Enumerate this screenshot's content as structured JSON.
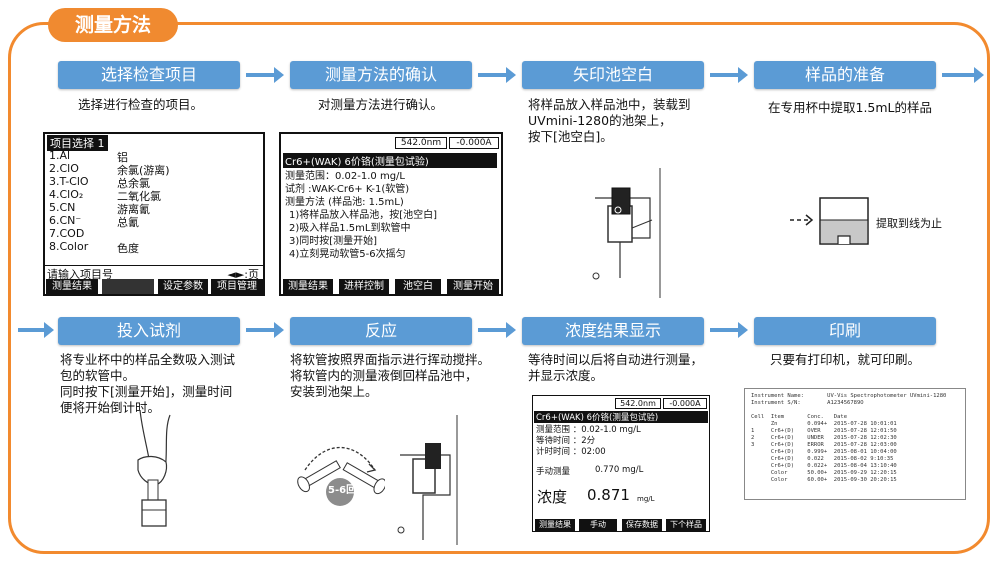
{
  "title": "测量方法",
  "colors": {
    "accent": "#f08a30",
    "step": "#5b9bd5"
  },
  "steps": [
    {
      "label": "选择检查项目",
      "desc": [
        "选择进行检查的项目。"
      ]
    },
    {
      "label": "测量方法的确认",
      "desc": [
        "对测量方法进行确认。"
      ]
    },
    {
      "label": "矢印池空白",
      "desc": [
        "将样品放入样品池中，装载到",
        "UVmini-1280的池架上，",
        "按下[池空白]。"
      ]
    },
    {
      "label": "样品的准备",
      "desc": [
        "在专用杯中提取1.5mL的样品"
      ]
    },
    {
      "label": "投入试剂",
      "desc": [
        "将专业杯中的样品全数吸入测试",
        "包的软管中。",
        "同时按下[测量开始]，测量时间",
        "便将开始倒计时。"
      ]
    },
    {
      "label": "反应",
      "desc": [
        "将软管按照界面指示进行挥动搅拌。",
        "将软管内的测量液倒回样品池中，",
        "安装到池架上。"
      ]
    },
    {
      "label": "浓度结果显示",
      "desc": [
        "等待时间以后将自动进行测量，",
        "并显示浓度。"
      ]
    },
    {
      "label": "印刷",
      "desc": [
        "只要有打印机，就可印刷。"
      ]
    }
  ],
  "screen1": {
    "header": "项目选择 1",
    "items": [
      {
        "code": "1.Al",
        "name": "铝"
      },
      {
        "code": "2.ClO",
        "name": "余氯(游离)"
      },
      {
        "code": "3.T-ClO",
        "name": "总余氯"
      },
      {
        "code": "4.ClO₂",
        "name": "二氧化氯"
      },
      {
        "code": "5.CN",
        "name": "游离氰"
      },
      {
        "code": "6.CN⁻",
        "name": "总氰"
      },
      {
        "code": "7.COD",
        "name": ""
      },
      {
        "code": "8.Color",
        "name": "色度"
      }
    ],
    "prompt": "请输入项目号",
    "page": "◄►:页",
    "keys": [
      "测量结果",
      "",
      "设定参数",
      "项目管理"
    ]
  },
  "screen2": {
    "wavelength": "542.0nm",
    "abs": "-0.000A",
    "header": "Cr6+(WAK)  6价铬(测量包试验)",
    "lines": [
      "测量范围：0.02-1.0 mg/L",
      "试剂    :WAK-Cr6+ K-1(软管)",
      "测量方法  (样品池: 1.5mL)",
      "1)将样品放入样品池，按[池空白]",
      "2)吸入样品1.5mL到软管中",
      "3)同时按[测量开始]",
      "4)立刻晃动软管5-6次摇匀"
    ],
    "keys": [
      "测量结果",
      "进样控制",
      "池空白",
      "测量开始"
    ]
  },
  "screen3": {
    "wavelength": "542.0nm",
    "abs": "-0.000A",
    "header": "Cr6+(WAK)  6价铬(测量包试验)",
    "lines": [
      "测量范围    ：0.02-1.0 mg/L",
      "等待时间    ：2分",
      "计时时间    ：02:00"
    ],
    "measure_label": "手动测量",
    "measure_value": "0.770  mg/L",
    "conc_label": "浓度",
    "conc_value": "0.871",
    "conc_unit": "mg/L",
    "keys": [
      "测量结果",
      "手动",
      "保存数据",
      "下个样品"
    ]
  },
  "sample_label": "提取到线为止",
  "shake_label": "5-6回",
  "printout": {
    "lines": [
      "Instrument Name:       UV-Vis Spectrophotometer UVmini-1280",
      "Instrument S/N:        A123456789O",
      "",
      "Cell  Item       Conc.   Date",
      "      Zn         0.094+  2015-07-28 10:01:01",
      "1     Cr6+(D)    OVER    2015-07-28 12:01:50",
      "2     Cr6+(D)    UNDER   2015-07-28 12:02:30",
      "3     Cr6+(D)    ERROR   2015-07-28 12:03:00",
      "      Cr6+(D)    0.999+  2015-08-01 10:04:00",
      "      Cr6+(D)    0.022   2015-08-02 9:10:35",
      "      Cr6+(D)    0.022+  2015-08-04 13:10:40",
      "      Color      50.00+  2015-09-29 12:20:15",
      "      Color      60.00+  2015-09-30 20:20:15"
    ]
  }
}
